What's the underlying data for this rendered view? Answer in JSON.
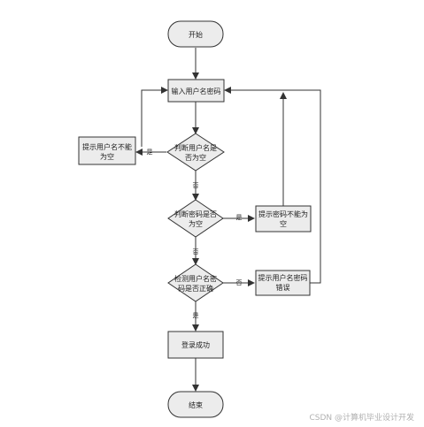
{
  "flowchart": {
    "start": "开始",
    "input": "输入用户名密码",
    "check_user_empty": [
      "判断用户名是",
      "否为空"
    ],
    "msg_user_empty": [
      "提示用户名不能",
      "为空"
    ],
    "check_pwd_empty": [
      "判断密码是否",
      "为空"
    ],
    "msg_pwd_empty": [
      "提示密码不能为",
      "空"
    ],
    "check_credentials": [
      "检测用户名密",
      "码是否正确"
    ],
    "msg_wrong": [
      "提示用户名密码",
      "错误"
    ],
    "login_success": "登录成功",
    "end": "结束"
  },
  "labels": {
    "yes": "是",
    "no": "否"
  },
  "watermark": "CSDN @计算机毕业设计开发"
}
